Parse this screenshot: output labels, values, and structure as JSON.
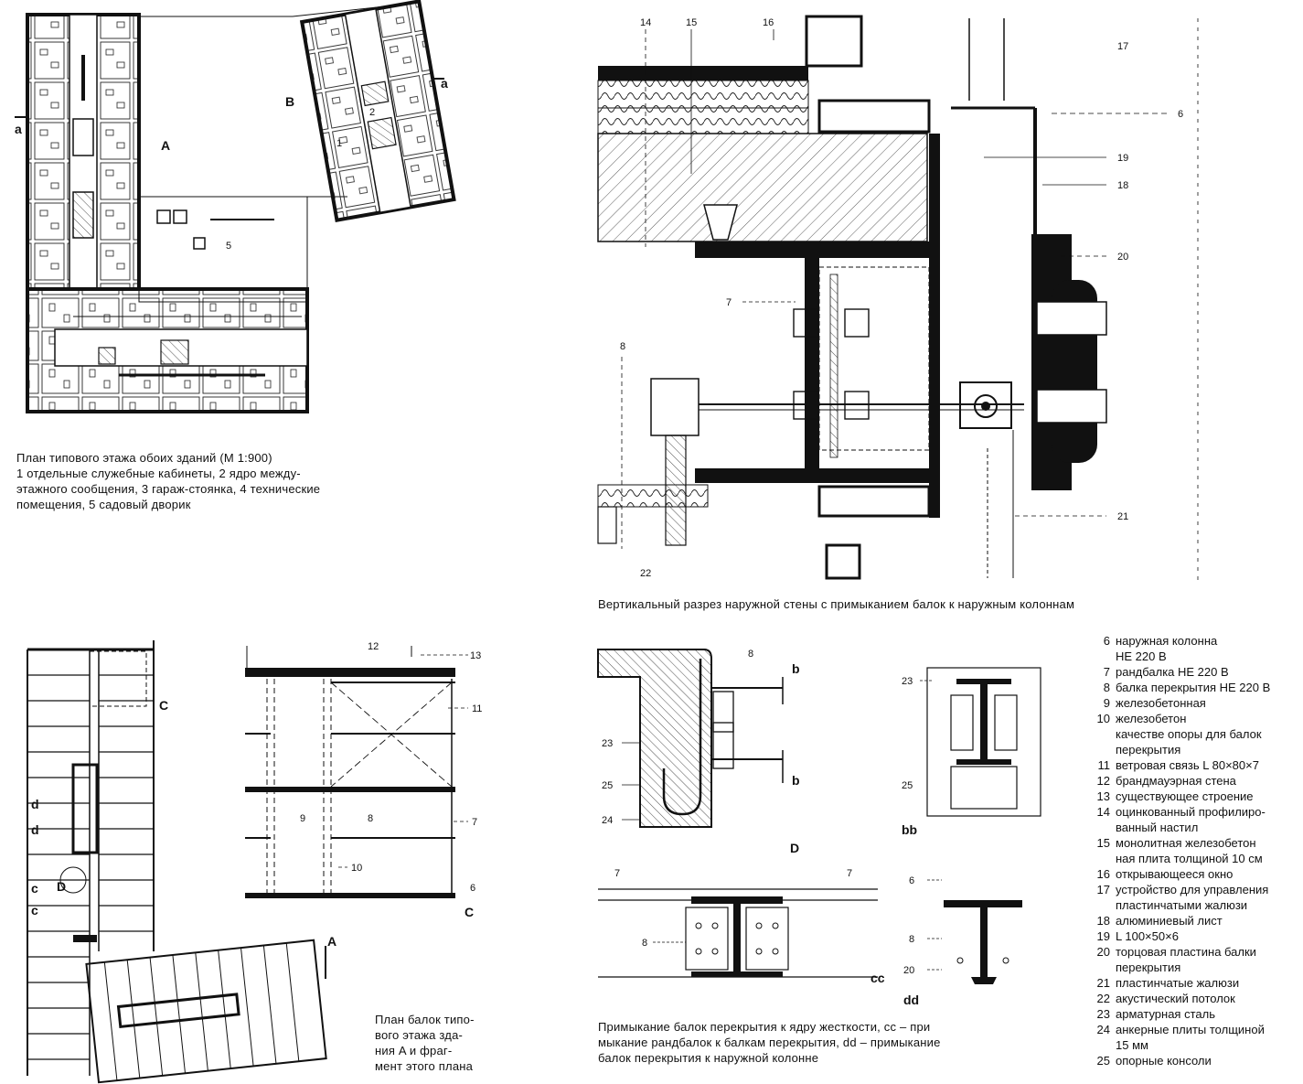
{
  "plan_top": {
    "labels": {
      "a_left": "a",
      "a_right": "a",
      "A": "A",
      "B": "B",
      "n1": "1",
      "n2": "2",
      "n5": "5"
    },
    "caption": [
      "План типового этажа обоих зданий (М 1:900)",
      "1 отдельные служебные кабинеты, 2 ядро между-",
      "этажного сообщения, 3 гараж-стоянка, 4 технические",
      "помещения, 5 садовый дворик"
    ]
  },
  "section": {
    "top_labels": [
      "14",
      "15",
      "16"
    ],
    "side_labels": [
      "17",
      "6",
      "19",
      "18",
      "20",
      "21"
    ],
    "left_labels": [
      "7",
      "8",
      "22"
    ],
    "caption": "Вертикальный разрез наружной стены с примыканием балок к наружным колоннам"
  },
  "beam_plan": {
    "labels": {
      "C": "C",
      "d1": "d",
      "d2": "d",
      "c1": "c",
      "c2": "c",
      "D": "D",
      "A": "A"
    },
    "caption": [
      "План балок типо-",
      "вого этажа зда-",
      "ния A и фраг-",
      "мент этого плана"
    ]
  },
  "fragment": {
    "labels": {
      "n12": "12",
      "n13": "13",
      "n11": "11",
      "n9": "9",
      "n8": "8",
      "n7": "7",
      "n10": "10",
      "n6": "6",
      "C": "C"
    }
  },
  "detail_D": {
    "labels": {
      "n8": "8",
      "b1": "b",
      "b2": "b",
      "n23": "23",
      "n25": "25",
      "n24": "24",
      "D": "D"
    }
  },
  "detail_bb": {
    "labels": {
      "n23": "23",
      "n25": "25",
      "bb": "bb"
    }
  },
  "detail_cc": {
    "labels": {
      "n7a": "7",
      "n7b": "7",
      "n8": "8",
      "cc": "cc"
    }
  },
  "detail_dd": {
    "labels": {
      "n6": "6",
      "n8": "8",
      "n20": "20",
      "dd": "dd"
    }
  },
  "bottom_caption": [
    "Примыкание балок перекрытия к ядру жесткости, cc – при",
    "мыкание рандбалок к балкам перекрытия, dd – примыкание",
    "балок перекрытия к наружной колонне"
  ],
  "legend": [
    {
      "num": "6",
      "lines": [
        "наружная колонна",
        "HE 220 B"
      ]
    },
    {
      "num": "7",
      "lines": [
        "рандбалка HE 220 B"
      ]
    },
    {
      "num": "8",
      "lines": [
        "балка перекрытия HE 220 B"
      ]
    },
    {
      "num": "9",
      "lines": [
        "железобетонная"
      ]
    },
    {
      "num": "10",
      "lines": [
        "железобетон",
        "качестве опоры для балок",
        "перекрытия"
      ]
    },
    {
      "num": "11",
      "lines": [
        "ветровая связь L 80×80×7"
      ]
    },
    {
      "num": "12",
      "lines": [
        "брандмауэрная стена"
      ]
    },
    {
      "num": "13",
      "lines": [
        "существующее строение"
      ]
    },
    {
      "num": "14",
      "lines": [
        "оцинкованный профилиро-",
        "ванный настил"
      ]
    },
    {
      "num": "15",
      "lines": [
        "монолитная железобетон",
        "ная плита толщиной 10 см"
      ]
    },
    {
      "num": "16",
      "lines": [
        "открывающееся окно"
      ]
    },
    {
      "num": "17",
      "lines": [
        "устройство для управления",
        "пластинчатыми жалюзи"
      ]
    },
    {
      "num": "18",
      "lines": [
        "алюминиевый лист"
      ]
    },
    {
      "num": "19",
      "lines": [
        "L 100×50×6"
      ]
    },
    {
      "num": "20",
      "lines": [
        "торцовая пластина балки",
        "перекрытия"
      ]
    },
    {
      "num": "21",
      "lines": [
        "пластинчатые жалюзи"
      ]
    },
    {
      "num": "22",
      "lines": [
        "акустический потолок"
      ]
    },
    {
      "num": "23",
      "lines": [
        "арматурная сталь"
      ]
    },
    {
      "num": "24",
      "lines": [
        "анкерные плиты толщиной",
        "15 мм"
      ]
    },
    {
      "num": "25",
      "lines": [
        "опорные консоли"
      ]
    }
  ]
}
